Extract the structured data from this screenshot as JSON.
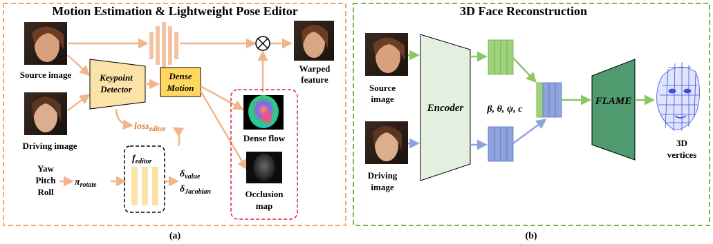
{
  "panel_a": {
    "title": "Motion Estimation & Lightweight Pose Editor",
    "caption": "(a)",
    "source_label": "Source image",
    "driving_label": "Driving image",
    "keypoint_detector": [
      "Keypoint",
      "Detector"
    ],
    "dense_motion": [
      "Dense",
      "Motion"
    ],
    "warped_feature": [
      "Warped",
      "feature"
    ],
    "loss_editor": {
      "base": "loss",
      "sub": "editor"
    },
    "dense_flow": "Dense flow",
    "occlusion_map": [
      "Occlusion",
      "map"
    ],
    "pose_inputs": [
      "Yaw",
      "Pitch",
      "Roll"
    ],
    "pi_rotate": {
      "base": "π",
      "sub": "rotate"
    },
    "f_editor": {
      "base": "f",
      "sub": "editor"
    },
    "delta_value": {
      "base": "δ",
      "sub": "value"
    },
    "delta_jacobian": {
      "base": "δ",
      "sub": "Jacobian"
    },
    "multiply_symbol": "⊗"
  },
  "panel_b": {
    "title": "3D Face Reconstruction",
    "caption": "(b)",
    "source_label": [
      "Source",
      "image"
    ],
    "driving_label": [
      "Driving",
      "image"
    ],
    "encoder": "Encoder",
    "params": "β, θ, ψ, c",
    "flame": "FLAME",
    "vertices_label": [
      "3D",
      "vertices"
    ]
  },
  "colors": {
    "orange_arrow": "#f2b48c",
    "orange_border": "#f4a46a",
    "green_border": "#7ab648",
    "yellow_box": "#fbe3a8",
    "dense_motion_fill": "#ffd75e",
    "loss_text": "#e07b30",
    "red_dashed": "#e0202a",
    "encoder_fill": "#e3f0df",
    "green_block": "#9fd27d",
    "blue_block": "#8ea4db",
    "flame_fill": "#4f9a6e",
    "mesh_blue": "#3b4fe0"
  }
}
